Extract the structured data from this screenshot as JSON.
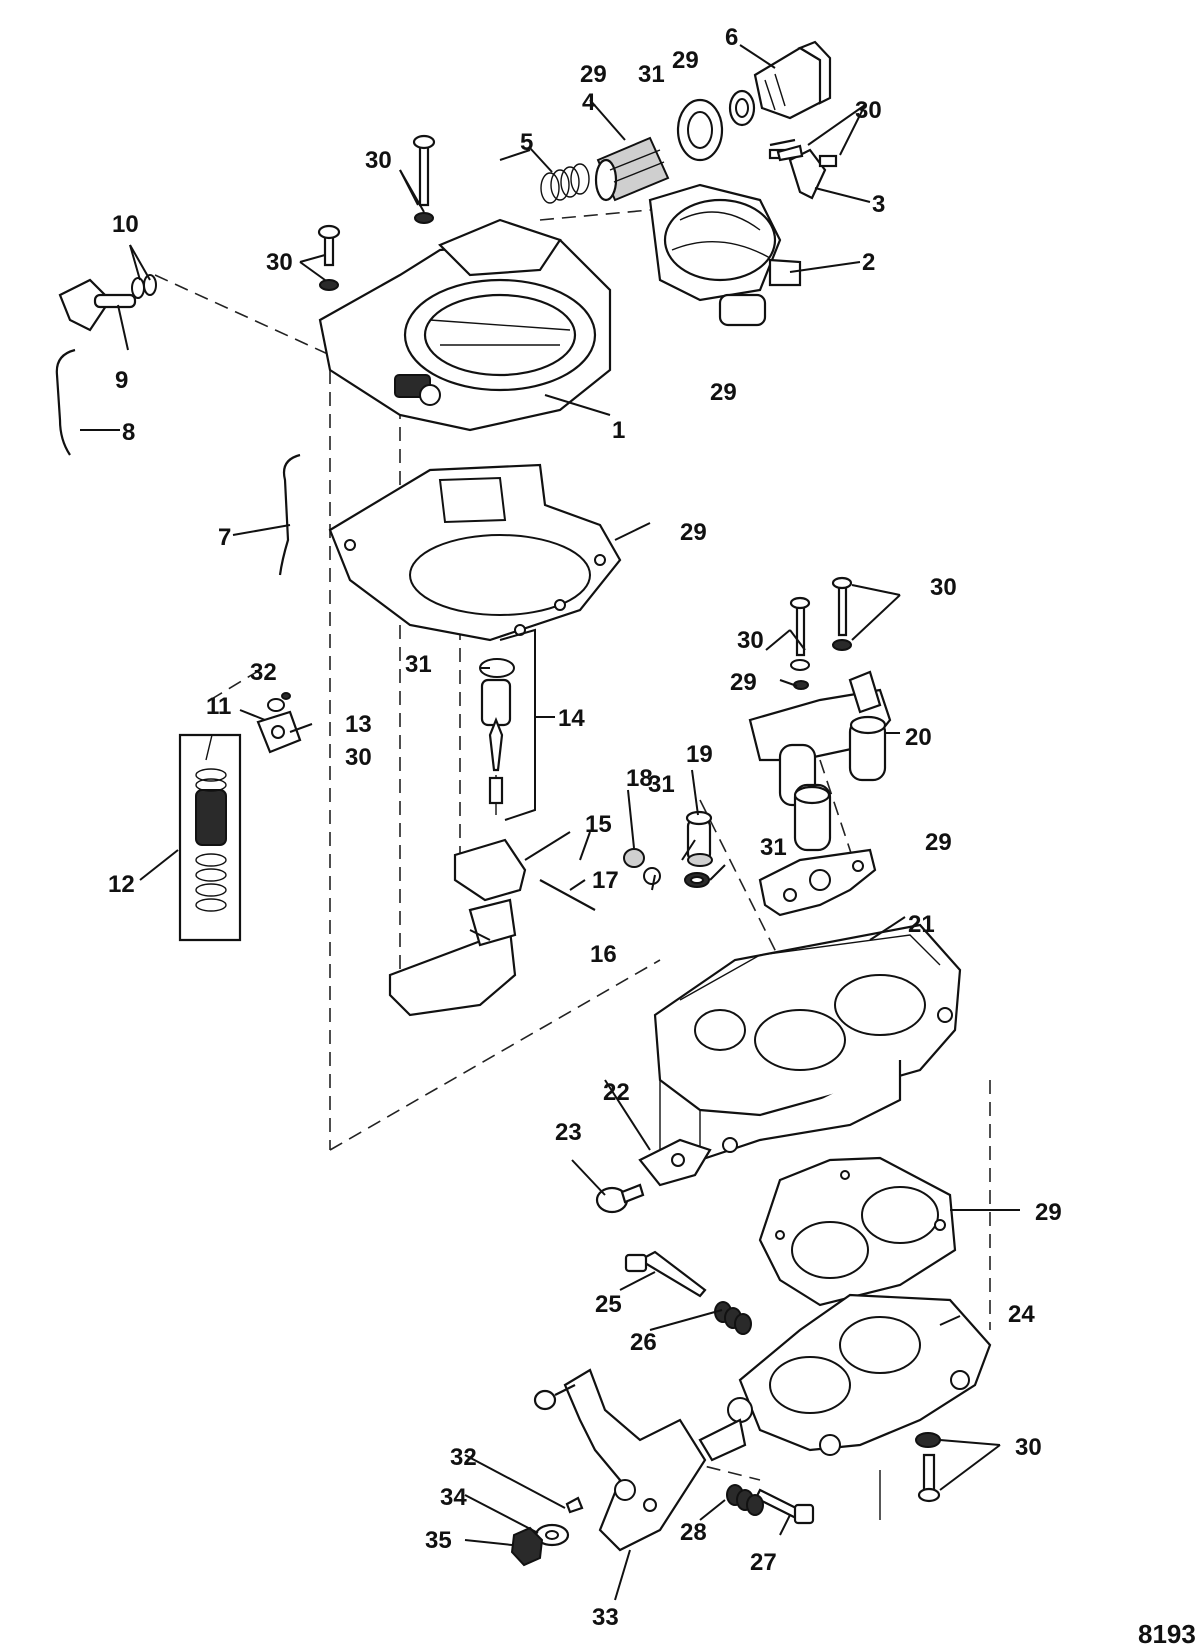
{
  "figure_number": "8193",
  "callouts": [
    {
      "id": "c1",
      "text": "1"
    },
    {
      "id": "c2",
      "text": "2"
    },
    {
      "id": "c3",
      "text": "3"
    },
    {
      "id": "c4",
      "text": "4"
    },
    {
      "id": "c5",
      "text": "5"
    },
    {
      "id": "c6",
      "text": "6"
    },
    {
      "id": "c7",
      "text": "7"
    },
    {
      "id": "c8",
      "text": "8"
    },
    {
      "id": "c9",
      "text": "9"
    },
    {
      "id": "c10",
      "text": "10"
    },
    {
      "id": "c11",
      "text": "11"
    },
    {
      "id": "c12",
      "text": "12"
    },
    {
      "id": "c13",
      "text": "13"
    },
    {
      "id": "c14",
      "text": "14"
    },
    {
      "id": "c15",
      "text": "15"
    },
    {
      "id": "c16",
      "text": "16"
    },
    {
      "id": "c17",
      "text": "17"
    },
    {
      "id": "c18",
      "text": "18"
    },
    {
      "id": "c19",
      "text": "19"
    },
    {
      "id": "c20",
      "text": "20"
    },
    {
      "id": "c21",
      "text": "21"
    },
    {
      "id": "c22",
      "text": "22"
    },
    {
      "id": "c23",
      "text": "23"
    },
    {
      "id": "c24",
      "text": "24"
    },
    {
      "id": "c25",
      "text": "25"
    },
    {
      "id": "c26",
      "text": "26"
    },
    {
      "id": "c27",
      "text": "27"
    },
    {
      "id": "c28",
      "text": "28"
    },
    {
      "id": "c29a",
      "text": "29"
    },
    {
      "id": "c29b",
      "text": "29"
    },
    {
      "id": "c29c",
      "text": "29"
    },
    {
      "id": "c29d",
      "text": "29"
    },
    {
      "id": "c29e",
      "text": "29"
    },
    {
      "id": "c29f",
      "text": "29"
    },
    {
      "id": "c29g",
      "text": "29"
    },
    {
      "id": "c30a",
      "text": "30"
    },
    {
      "id": "c30b",
      "text": "30"
    },
    {
      "id": "c30c",
      "text": "30"
    },
    {
      "id": "c30d",
      "text": "30"
    },
    {
      "id": "c30e",
      "text": "30"
    },
    {
      "id": "c30f",
      "text": "30"
    },
    {
      "id": "c30g",
      "text": "30"
    },
    {
      "id": "c31a",
      "text": "31"
    },
    {
      "id": "c31b",
      "text": "31"
    },
    {
      "id": "c31c",
      "text": "31"
    },
    {
      "id": "c31d",
      "text": "31"
    },
    {
      "id": "c32a",
      "text": "32"
    },
    {
      "id": "c32b",
      "text": "32"
    },
    {
      "id": "c33",
      "text": "33"
    },
    {
      "id": "c34",
      "text": "34"
    },
    {
      "id": "c35",
      "text": "35"
    }
  ]
}
